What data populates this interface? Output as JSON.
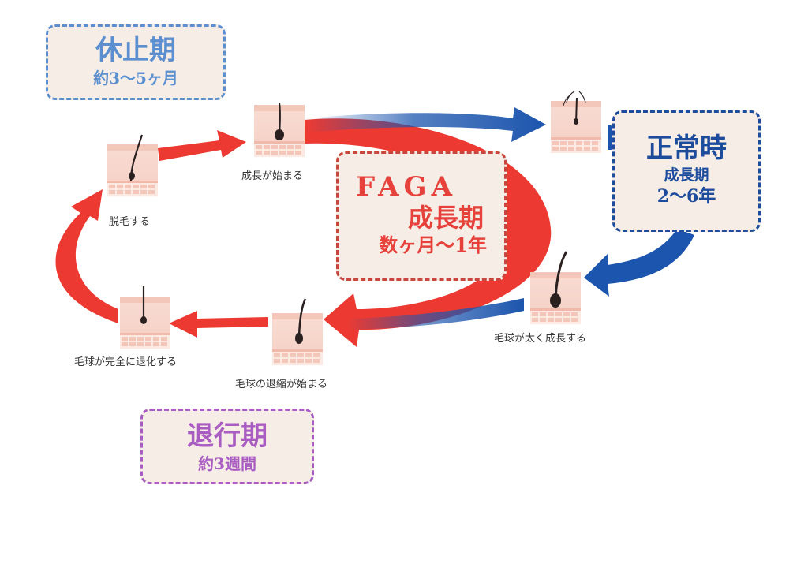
{
  "colors": {
    "rest": "#5b8fd0",
    "normal": "#1d4c9c",
    "faga": "#e6423b",
    "regress": "#a95cc2",
    "red_arrow": "#ec3a32",
    "blue_arrow": "#1c55ad",
    "panel_bg": "#f6eee6"
  },
  "phases": {
    "rest": {
      "title": "休止期",
      "duration": "約3〜5ヶ月"
    },
    "normal": {
      "title": "正常時",
      "subtitle": "成長期",
      "duration": "2〜6年"
    },
    "faga": {
      "title": "FAGA",
      "subtitle": "成長期",
      "duration": "数ヶ月〜1年"
    },
    "regress": {
      "title": "退行期",
      "duration": "約3週間"
    }
  },
  "stages": {
    "shed": "脱毛する",
    "growth_start": "成長が始まる",
    "thick_growth": "毛球が太く成長する",
    "shrink_start": "毛球の退縮が始まる",
    "full_regress": "毛球が完全に退化する"
  }
}
